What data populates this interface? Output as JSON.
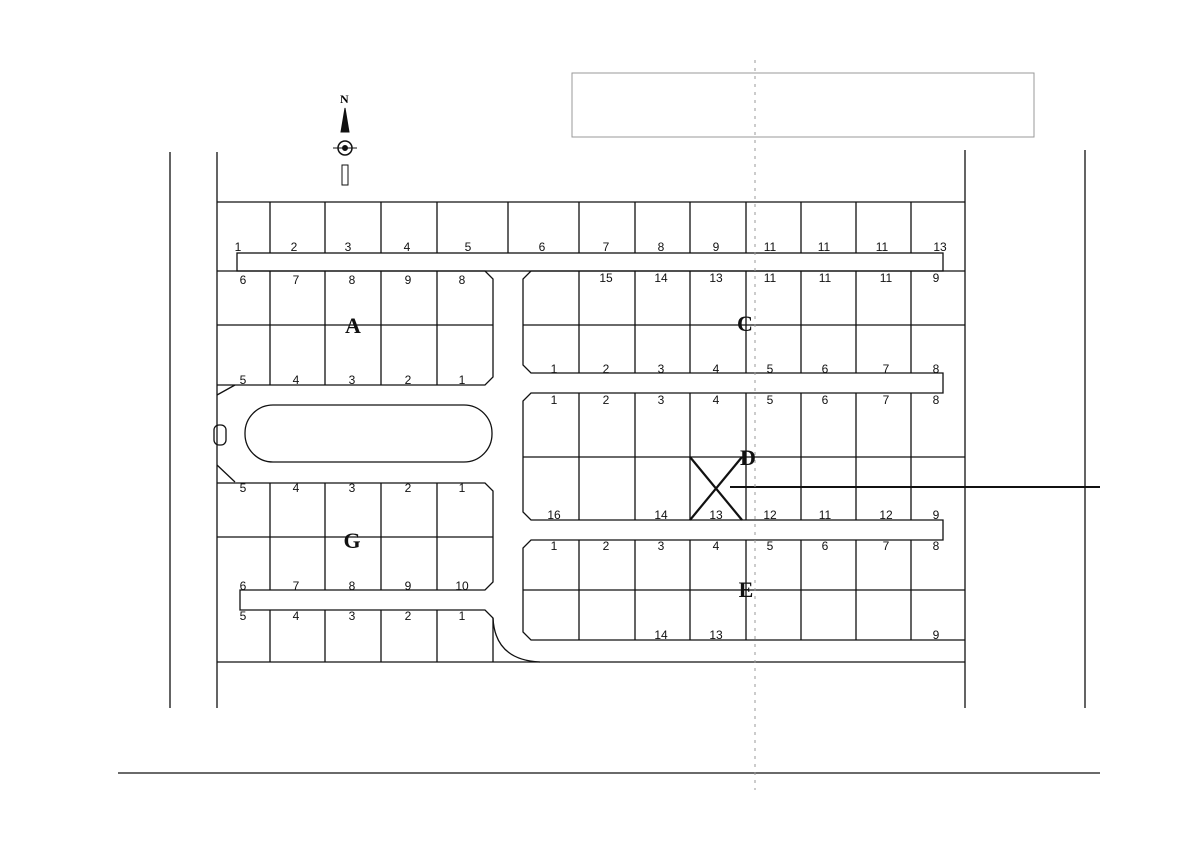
{
  "north_label": "N",
  "blocks": {
    "A": "A",
    "C": "C",
    "D": "D",
    "E": "E",
    "G": "G"
  },
  "lots": {
    "top_row": [
      "1",
      "2",
      "3",
      "4",
      "5",
      "6",
      "7",
      "8",
      "9",
      "11",
      "11",
      "11",
      "13"
    ],
    "a_top": [
      "6",
      "7",
      "8",
      "9",
      "8"
    ],
    "a_bottom": [
      "5",
      "4",
      "3",
      "2",
      "1"
    ],
    "c_top": [
      "",
      "15",
      "14",
      "13",
      "11",
      "11",
      "11",
      "9"
    ],
    "c_bottom": [
      "1",
      "2",
      "3",
      "4",
      "5",
      "6",
      "7",
      "8"
    ],
    "d_top": [
      "1",
      "2",
      "3",
      "4",
      "5",
      "6",
      "7",
      "8"
    ],
    "d_bottom": [
      "16",
      "",
      "14",
      "13",
      "12",
      "11",
      "12",
      "9"
    ],
    "e_top": [
      "1",
      "2",
      "3",
      "4",
      "5",
      "6",
      "7",
      "8"
    ],
    "e_bottom": [
      "",
      "",
      "14",
      "13",
      "",
      "",
      "",
      "9"
    ],
    "g_top": [
      "5",
      "4",
      "3",
      "2",
      "1"
    ],
    "g_bottom": [
      "6",
      "7",
      "8",
      "9",
      "10"
    ],
    "g_lower": [
      "5",
      "4",
      "3",
      "2",
      "1"
    ]
  },
  "colors": {
    "line": "#111111",
    "road": "#ffffff",
    "frame": "#999999"
  }
}
